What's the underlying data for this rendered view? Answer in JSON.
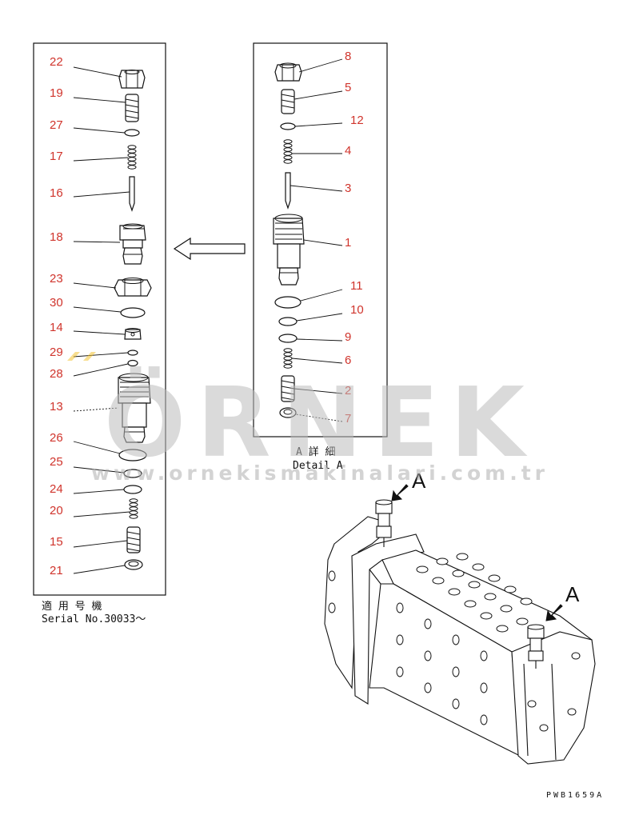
{
  "left_panel": {
    "parts": [
      {
        "label": "22",
        "shape": "nut"
      },
      {
        "label": "19",
        "shape": "spring-wide"
      },
      {
        "label": "27",
        "shape": "ring-small"
      },
      {
        "label": "17",
        "shape": "spring-thin"
      },
      {
        "label": "16",
        "shape": "pin"
      },
      {
        "label": "18",
        "shape": "sleeve"
      },
      {
        "label": "23",
        "shape": "nut-large"
      },
      {
        "label": "30",
        "shape": "oring-large"
      },
      {
        "label": "14",
        "shape": "plug"
      },
      {
        "label": "29",
        "shape": "ring-tiny"
      },
      {
        "label": "28",
        "shape": "ring-tiny"
      },
      {
        "label": "13",
        "shape": "body"
      },
      {
        "label": "26",
        "shape": "oring-large"
      },
      {
        "label": "25",
        "shape": "ring"
      },
      {
        "label": "24",
        "shape": "ring"
      },
      {
        "label": "20",
        "shape": "spring-thin"
      },
      {
        "label": "15",
        "shape": "spring-wide"
      },
      {
        "label": "21",
        "shape": "seat"
      }
    ],
    "caption_jp": "適 用 号 機",
    "caption_en": "Serial No.30033～"
  },
  "right_panel": {
    "parts": [
      {
        "label": "8",
        "shape": "nut"
      },
      {
        "label": "5",
        "shape": "spring-wide"
      },
      {
        "label": "12",
        "shape": "ring-small"
      },
      {
        "label": "4",
        "shape": "spring-thin"
      },
      {
        "label": "3",
        "shape": "pin"
      },
      {
        "label": "1",
        "shape": "body"
      },
      {
        "label": "11",
        "shape": "oring-large"
      },
      {
        "label": "10",
        "shape": "ring"
      },
      {
        "label": "9",
        "shape": "ring"
      },
      {
        "label": "6",
        "shape": "spring-thin"
      },
      {
        "label": "2",
        "shape": "spring-wide"
      },
      {
        "label": "7",
        "shape": "seat"
      }
    ],
    "caption_jp": "A 詳 細",
    "caption_en": "Detail A"
  },
  "view_letters": [
    "A",
    "A"
  ],
  "drawing_code": "PWB1659A",
  "watermark": {
    "brand": "ÖRNEK",
    "url": "www.ornekismakinalari.com.tr",
    "color": "#bdbdbd",
    "accent": "#f2c233"
  },
  "label_color": "#d0342c"
}
